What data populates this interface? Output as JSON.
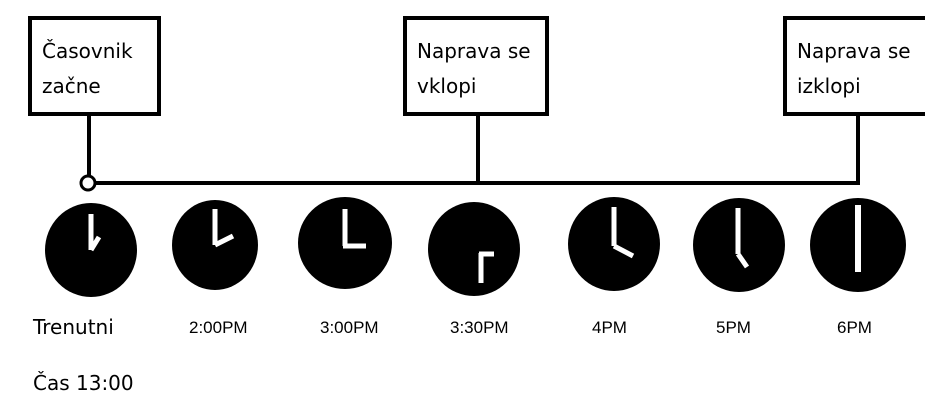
{
  "callouts": [
    {
      "id": "timer-start",
      "text": "Časovnik\nzačne"
    },
    {
      "id": "device-on",
      "text": "Naprava se\nvklopi"
    },
    {
      "id": "device-off",
      "text": "Naprava se\nizklopi"
    }
  ],
  "current_time": {
    "line1": "Trenutni",
    "line2": "Čas 13:00"
  },
  "time_labels": [
    "2:00PM",
    "3:00PM",
    "3:30PM",
    "4PM",
    "5PM",
    "6PM"
  ],
  "colors": {
    "ink": "#000000",
    "background": "#ffffff"
  }
}
